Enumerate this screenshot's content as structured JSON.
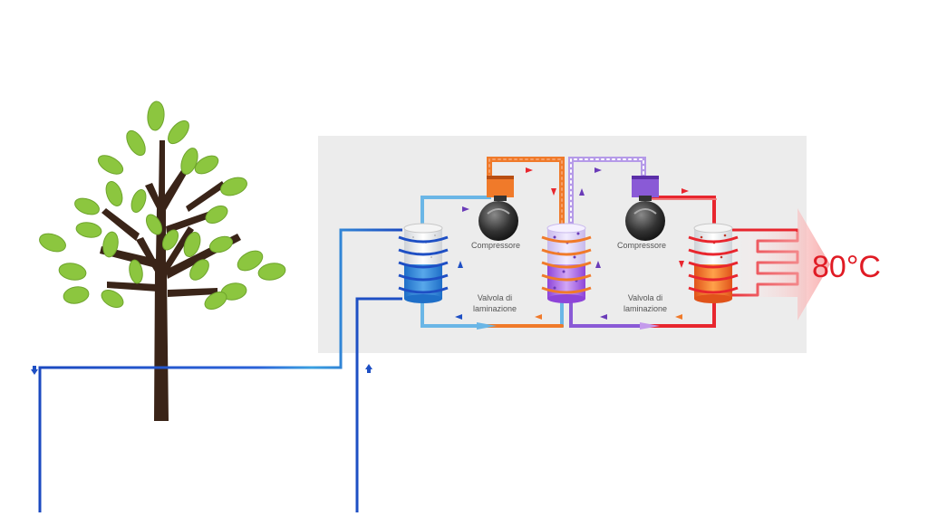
{
  "labels": {
    "compressor_left": "Compressore",
    "compressor_right": "Compressore",
    "valve_left_line1": "Valvola di",
    "valve_left_line2": "laminazione",
    "valve_right_line1": "Valvola di",
    "valve_right_line2": "laminazione",
    "output_temperature": "80°C"
  },
  "colors": {
    "panel": "#ececec",
    "ground_loop": "#1e4fc4",
    "cold_circuit": "#6ab6e6",
    "hot_circuit_1": "#f07a2a",
    "low_circuit_2": "#8a5ad6",
    "hot_circuit_2": "#e8262e",
    "output_text": "#e01b24",
    "tree_trunk": "#3a2418",
    "leaf": "#8cc63f"
  },
  "icons": [
    "tree-icon",
    "compressor-icon",
    "heat-exchanger-icon",
    "flow-arrow-icon",
    "heat-output-arrow-icon"
  ]
}
